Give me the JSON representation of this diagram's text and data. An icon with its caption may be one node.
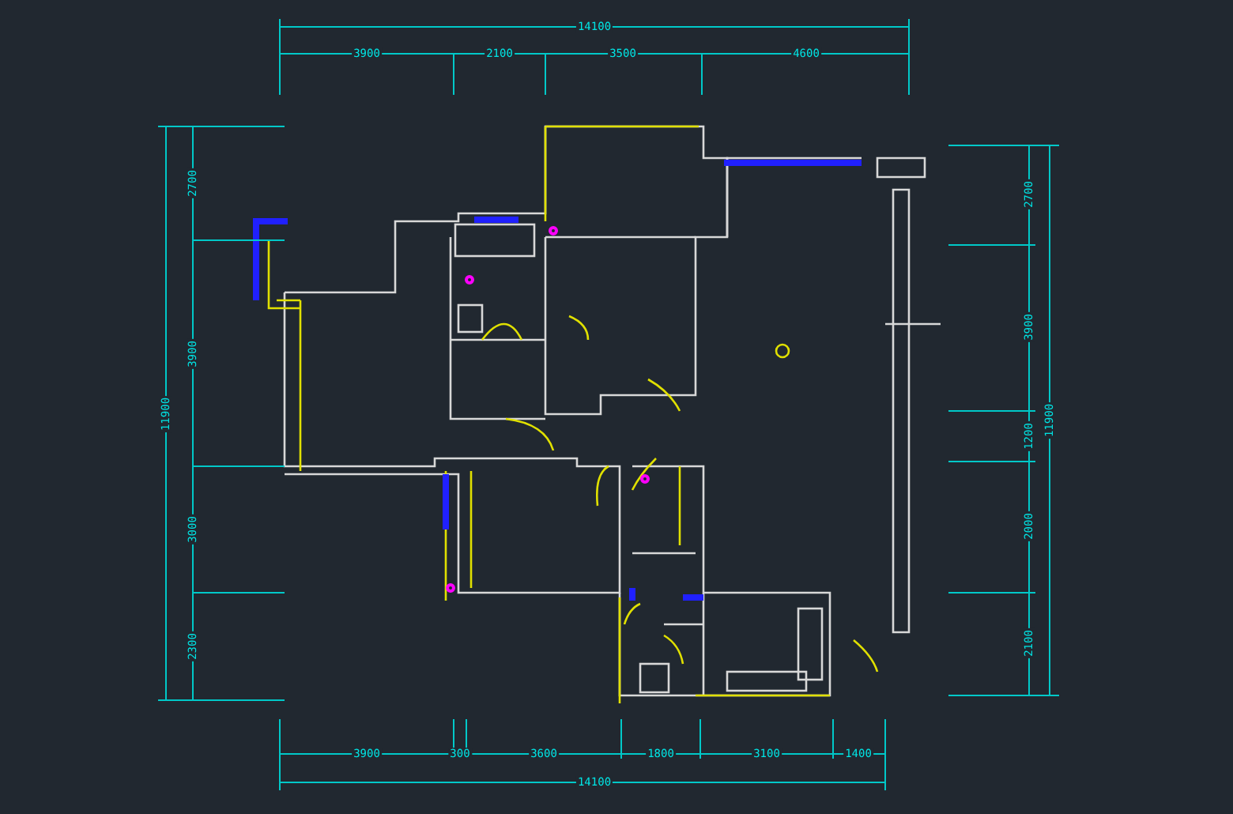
{
  "diagram": {
    "labels": [
      "14100",
      "3900",
      "2100",
      "3500",
      "4600",
      "3900",
      "300",
      "3600",
      "1800",
      "3100",
      "1400",
      "14100",
      "11900",
      "2700",
      "3900",
      "3000",
      "2300",
      "2700",
      "3900",
      "1200",
      "2000",
      "2100",
      "11900"
    ]
  }
}
